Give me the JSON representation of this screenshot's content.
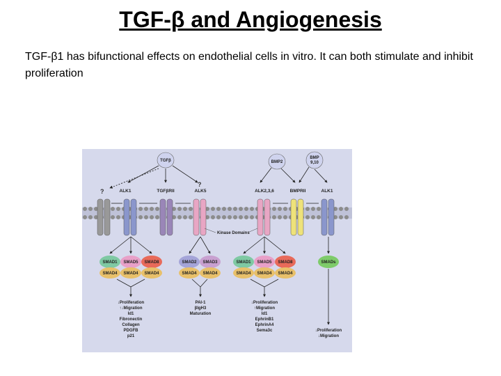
{
  "slide": {
    "title": "TGF-β and Angiogenesis",
    "body": "TGF-β1 has bifunctional effects on endothelial cells in vitro. It can both stimulate and inhibit proliferation"
  },
  "figure": {
    "ligands": [
      {
        "name": "TGFβ",
        "color": "#cfd3ee"
      },
      {
        "name": "BMP2",
        "color": "#cfd3ee"
      },
      {
        "line1": "BMP",
        "line2": "9,10",
        "color": "#cfd3ee"
      }
    ],
    "unknown_mark": "?",
    "receptors": [
      "ALK1",
      "TGFβRII",
      "ALK5",
      "ALK2,3,6",
      "BMPRII",
      "ALK1"
    ],
    "kinase_label": "Kinase Domains",
    "smad_groups": [
      {
        "top": [
          "SMAD1",
          "SMAD5",
          "SMAD8"
        ],
        "bottom": [
          "SMAD4",
          "SMAD4",
          "SMAD4"
        ]
      },
      {
        "top": [
          "SMAD2",
          "SMAD3"
        ],
        "bottom": [
          "SMAD4",
          "SMAD4"
        ]
      },
      {
        "top": [
          "SMAD1",
          "SMAD5",
          "SMAD8"
        ],
        "bottom": [
          "SMAD4",
          "SMAD4",
          "SMAD4"
        ]
      },
      {
        "top": [
          "SMADs"
        ]
      }
    ],
    "outcomes": [
      [
        "↓Proliferation",
        "↑↓Migration",
        "Id1",
        "Fibronectin",
        "Collagen",
        "PDGFB",
        "p21"
      ],
      [
        "PAI-1",
        "βIgH3",
        "Maturation"
      ],
      [
        "↓Proliferation",
        "↑Migration",
        "Id1",
        "EphrinB1",
        "EphrinA4",
        "Sema3c"
      ],
      [
        "↓Proliferation",
        "↓Migration"
      ]
    ],
    "colors": {
      "background": "#d6d9ec",
      "membrane": "#9a9a9a",
      "smad1": "#7fc9a3",
      "smad5": "#e8a0c8",
      "smad8": "#e86a5a",
      "smad2": "#a4a4d8",
      "smad3": "#c8a0d0",
      "smad4": "#e8c06a",
      "smads": "#7ecb6a"
    }
  }
}
